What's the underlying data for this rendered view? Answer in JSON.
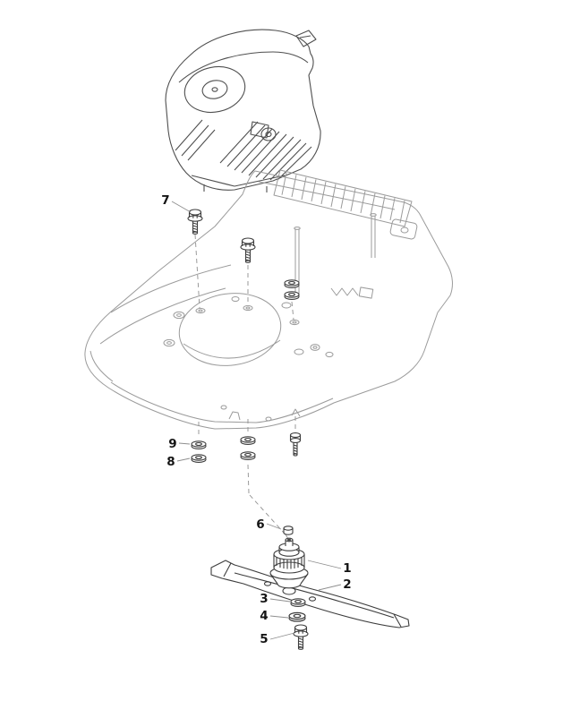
{
  "palette": {
    "background": "#ffffff",
    "engine_line": "#4f4f4f",
    "deck_line": "#9b9b9b",
    "part_line": "#3d3d3d",
    "leader_line": "#8f8f8f",
    "label_color": "#141414"
  },
  "diagram": {
    "type": "exploded-parts-view",
    "callouts": [
      {
        "label": "1"
      },
      {
        "label": "2"
      },
      {
        "label": "3"
      },
      {
        "label": "4"
      },
      {
        "label": "5"
      },
      {
        "label": "6"
      },
      {
        "label": "7"
      },
      {
        "label": "8"
      },
      {
        "label": "9"
      }
    ]
  }
}
